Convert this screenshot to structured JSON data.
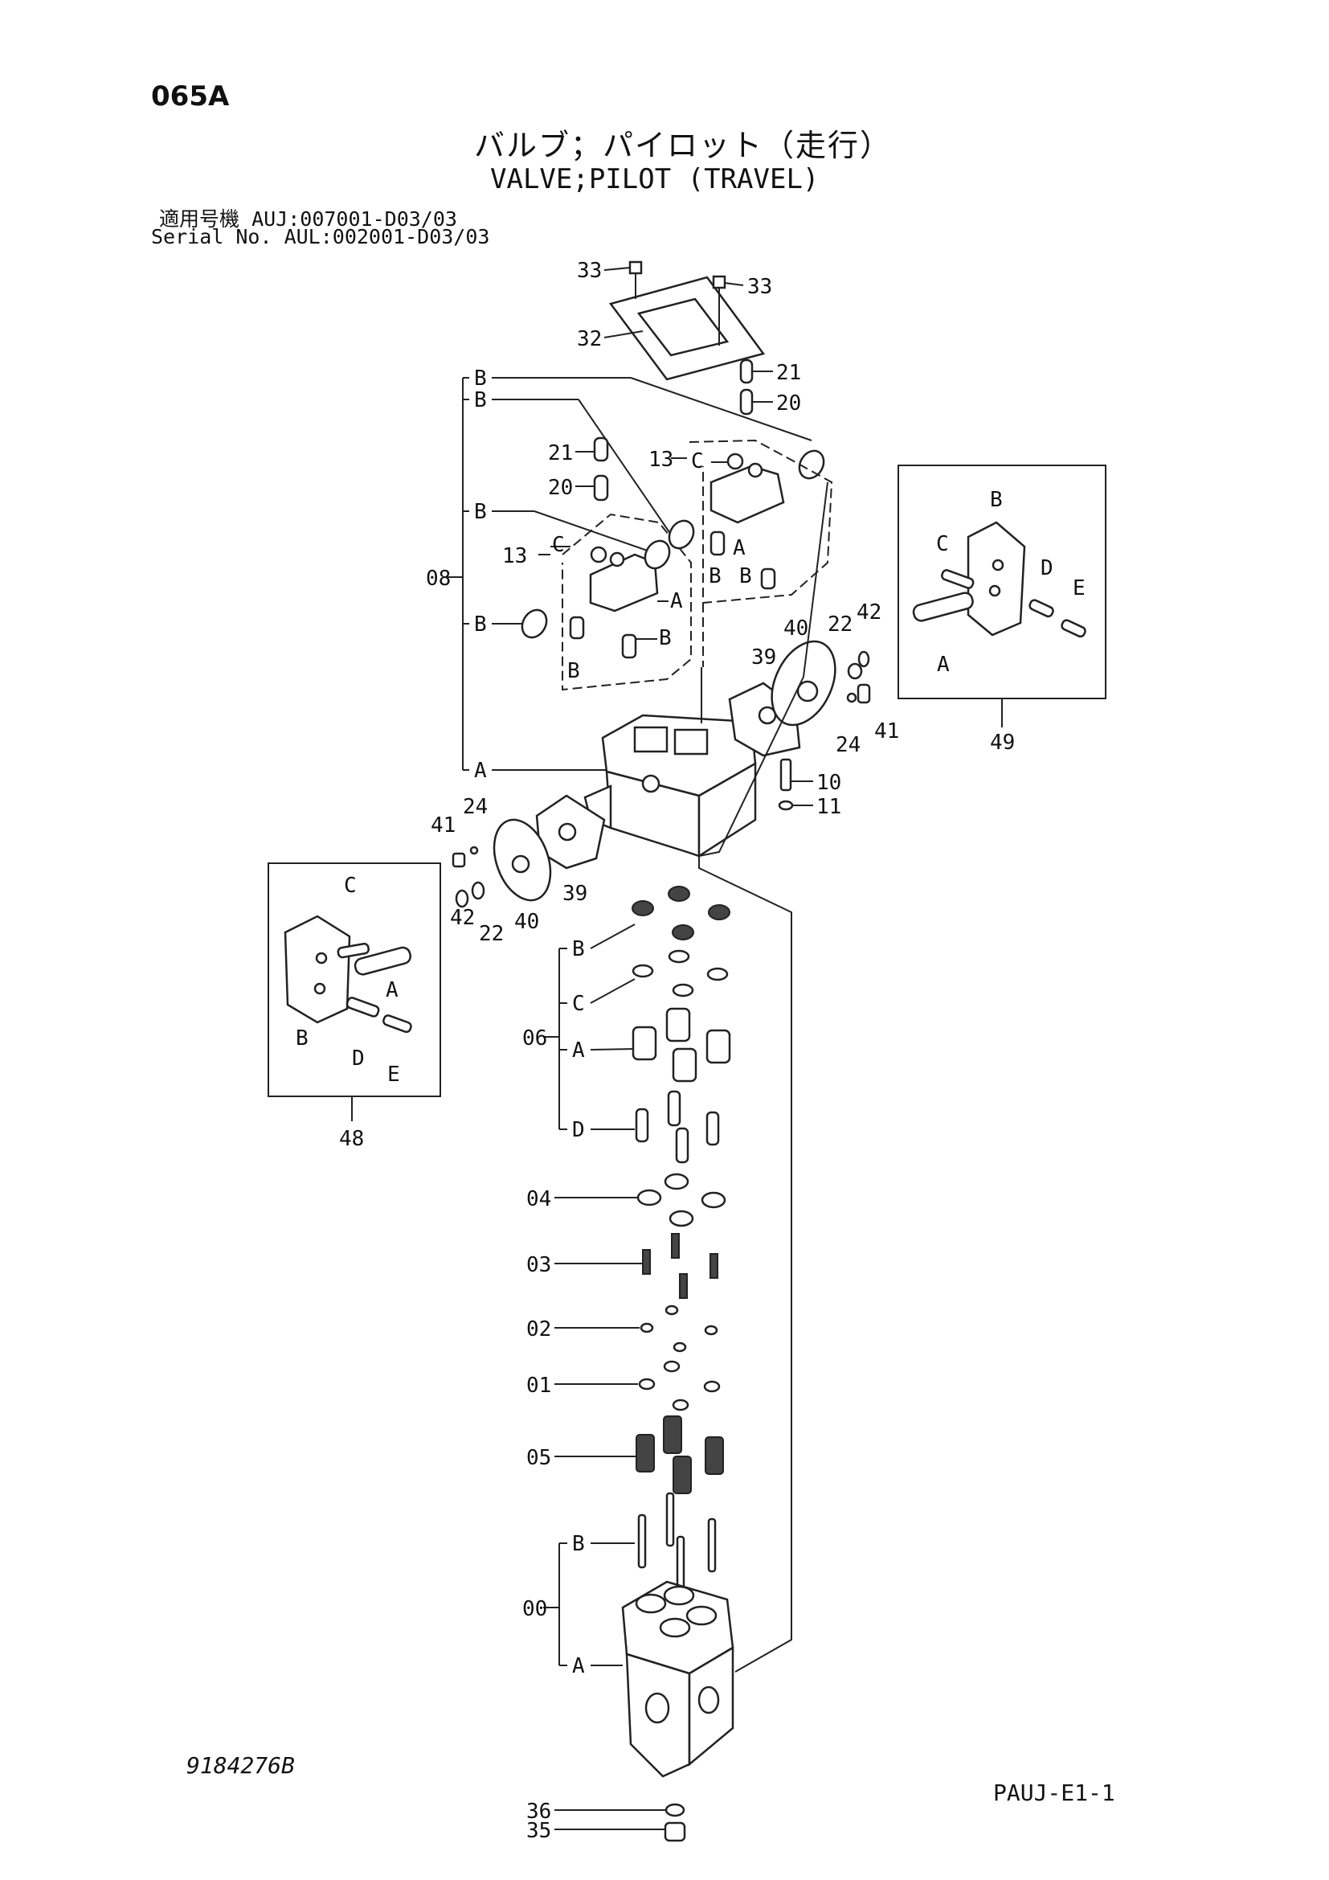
{
  "page_code": "065A",
  "title_jp": "バルブ；パイロット（走行）",
  "title_en": "VALVE;PILOT (TRAVEL)",
  "serial": {
    "label_jp": "適用号機",
    "value_1": "AUJ:007001-D03/03",
    "label_en": "Serial No.",
    "value_2": "AUL:002001-D03/03"
  },
  "drawing_number": "9184276B",
  "sheet_code": "PAUJ-E1-1",
  "callouts": {
    "p33a": "33",
    "p33b": "33",
    "p32": "32",
    "p21a": "21",
    "p20a": "20",
    "p21b": "21",
    "p20b": "20",
    "p13a": "13",
    "p13b": "13",
    "p08": "08",
    "p40a": "40",
    "p39a": "39",
    "p22a": "22",
    "p42a": "42",
    "p24a": "24",
    "p41a": "41",
    "p10": "10",
    "p11": "11",
    "p41b": "41",
    "p24b": "24",
    "p39b": "39",
    "p40b": "40",
    "p42b": "42",
    "p22b": "22",
    "p49": "49",
    "p48": "48",
    "p06": "06",
    "p04": "04",
    "p03": "03",
    "p02": "02",
    "p01": "01",
    "p05": "05",
    "p00": "00",
    "p36": "36",
    "p35": "35"
  },
  "letters": {
    "B1": "B",
    "B2": "B",
    "B3": "B",
    "B4": "B",
    "A1": "A",
    "C13a": "C",
    "A13a": "A",
    "B13a1": "B",
    "B13a2": "B",
    "C13b": "C",
    "A13b": "A",
    "B13b1": "B",
    "B13b2": "B",
    "R_B": "B",
    "R_C": "C",
    "R_D": "D",
    "R_E": "E",
    "R_A": "A",
    "L_C": "C",
    "L_A": "A",
    "L_B": "B",
    "L_D": "D",
    "L_E": "E",
    "S06_B": "B",
    "S06_C": "C",
    "S06_A": "A",
    "S06_D": "D",
    "S00_B": "B",
    "S00_A": "A"
  }
}
